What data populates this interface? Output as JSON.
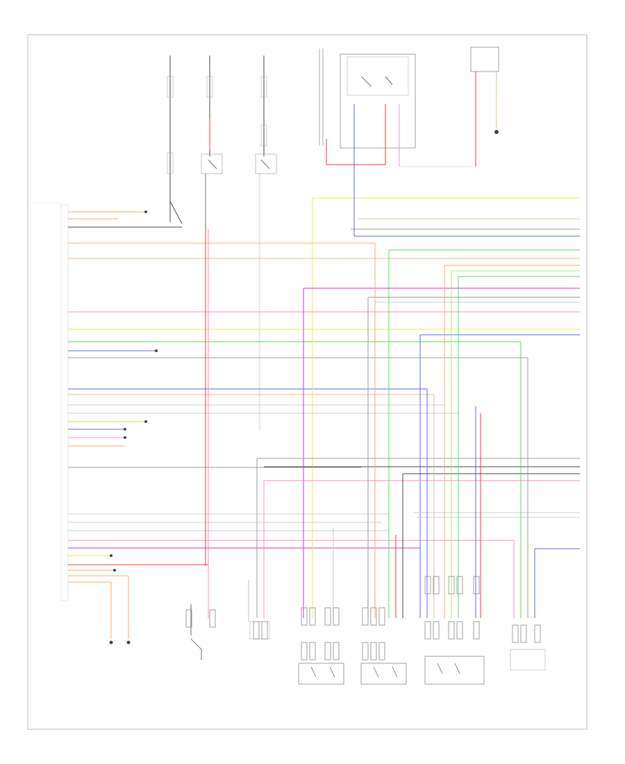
{
  "title": "",
  "page_number": "",
  "colors": {
    "red": "#ff3333",
    "pink": "#ff88cc",
    "magenta": "#cc33cc",
    "blue": "#5566ff",
    "yellow": "#eeee44",
    "green": "#55dd55",
    "lightgreen": "#aaee66",
    "orange": "#ffaa66",
    "tan": "#e0c090",
    "gray": "#999999",
    "lightgray": "#cccccc",
    "black": "#444444"
  },
  "top_components": [
    {
      "id": "fuse1",
      "label": ""
    },
    {
      "id": "fuse2",
      "label": ""
    },
    {
      "id": "fuse3",
      "label": ""
    },
    {
      "id": "fuse4",
      "label": ""
    },
    {
      "id": "relay-box",
      "label": ""
    },
    {
      "id": "right-module",
      "label": ""
    }
  ],
  "bottom_components": [
    {
      "id": "ground-left",
      "label": ""
    },
    {
      "id": "switch-1",
      "label": ""
    },
    {
      "id": "sensor-2",
      "label": ""
    },
    {
      "id": "sensor-3",
      "label": ""
    },
    {
      "id": "sensor-4",
      "label": ""
    },
    {
      "id": "sensor-5",
      "label": ""
    },
    {
      "id": "sensor-6",
      "label": ""
    }
  ]
}
